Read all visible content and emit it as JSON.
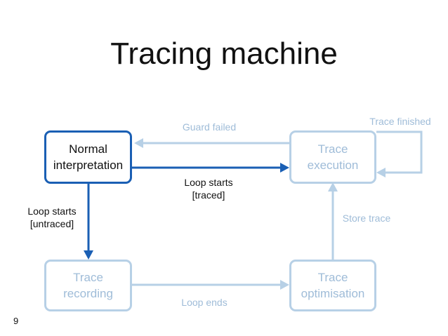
{
  "title": "Tracing machine",
  "page_number": "9",
  "colors": {
    "active": "#1a5fb4",
    "inactive": "#b7d0e6",
    "inactive_text": "#9fbcd8"
  },
  "nodes": {
    "normal": "Normal\ninterpretation",
    "execution": "Trace\nexecution",
    "recording": "Trace\nrecording",
    "optimisation": "Trace\noptimisation"
  },
  "edges": {
    "guard_failed": "Guard failed",
    "trace_finished": "Trace finished",
    "loop_starts_traced": "Loop starts\n[traced]",
    "loop_starts_untraced": "Loop starts\n[untraced]",
    "store_trace": "Store trace",
    "loop_ends": "Loop ends"
  }
}
